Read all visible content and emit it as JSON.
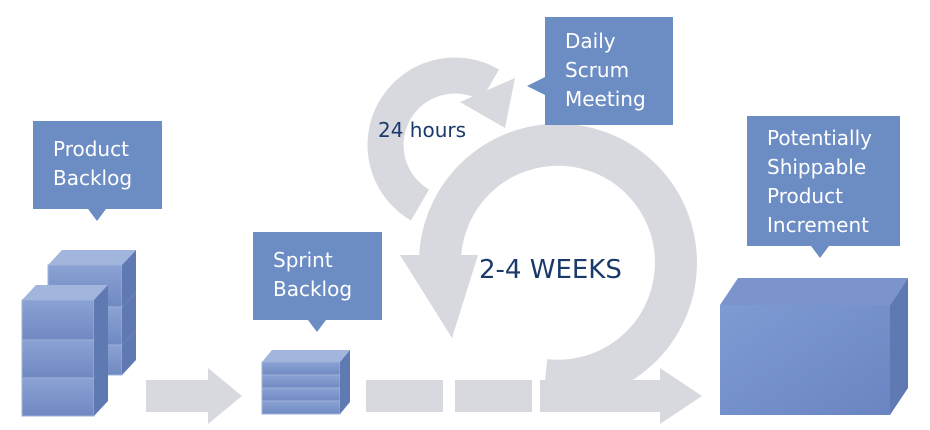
{
  "labels": {
    "product_backlog": [
      "Product",
      "Backlog"
    ],
    "sprint_backlog": [
      "Sprint",
      "Backlog"
    ],
    "daily_scrum": [
      "Daily",
      "Scrum",
      "Meeting"
    ],
    "increment": [
      "Potentially",
      "Shippable",
      "Product",
      "Increment"
    ]
  },
  "cycle": {
    "daily_cycle": "24 hours",
    "sprint_cycle": "2-4 WEEKS"
  },
  "colors": {
    "label_fill": "#6c8cc4",
    "arrow_gray": "#d7d9de",
    "block_front": "#7f98cd",
    "block_top": "#a2b5dc",
    "block_side": "#5f79b3",
    "text_dark": "#1a3a6a"
  }
}
